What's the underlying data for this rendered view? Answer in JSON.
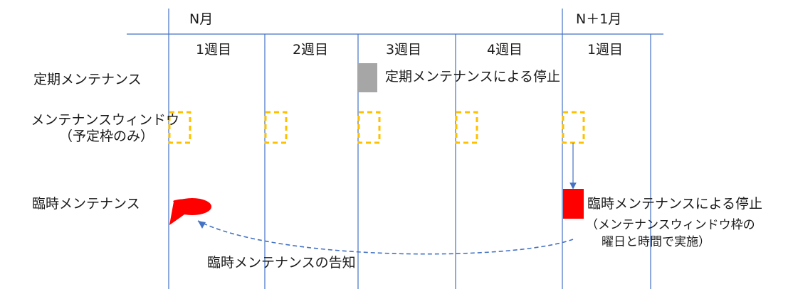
{
  "months": {
    "n": "N月",
    "n_plus_1": "N＋1月"
  },
  "weeks": [
    "1週目",
    "2週目",
    "3週目",
    "4週目",
    "1週目"
  ],
  "rows": {
    "scheduled": "定期メンテナンス",
    "window_line1": "メンテナンスウィンドウ",
    "window_line2": "（予定枠のみ）",
    "emergency": "臨時メンテナンス"
  },
  "labels": {
    "scheduled_stop": "定期メンテナンスによる停止",
    "emergency_stop": "臨時メンテナンスによる停止",
    "emergency_note_line1": "（メンテナンスウィンドウ枠の",
    "emergency_note_line2": "曜日と時間で実施）",
    "notice": "臨時メンテナンスの告知"
  },
  "colors": {
    "grid_line": "#4472c4",
    "window_dash": "#ffc000",
    "scheduled_block": "#a6a6a6",
    "emergency_block": "#ff0000",
    "notice_bubble": "#ff0000",
    "arrow": "#4472c4"
  },
  "icons": {
    "notice": "speech-bubble-icon"
  }
}
